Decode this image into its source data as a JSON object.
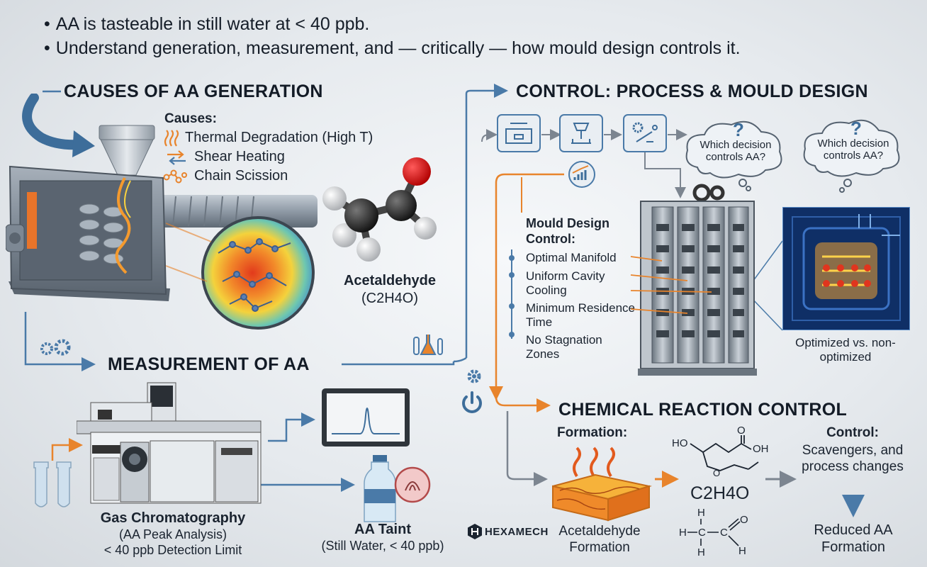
{
  "bullets": [
    "AA is tasteable in still water at < 40 ppb.",
    "Understand generation, measurement, and — critically — how mould design controls it."
  ],
  "sections": {
    "causes": {
      "title": "CAUSES OF AA GENERATION",
      "list_title": "Causes:",
      "items": [
        "Thermal Degradation (High T)",
        "Shear Heating",
        "Chain Scission"
      ]
    },
    "molecule": {
      "name": "Acetaldehyde",
      "formula": "(C2H4O)"
    },
    "measurement": {
      "title": "MEASUREMENT OF AA",
      "gc_title": "Gas Chromatography",
      "gc_sub1": "(AA Peak Analysis)",
      "gc_sub2": "< 40 ppb Detection Limit",
      "taint_title": "AA Taint",
      "taint_sub": "(Still Water, < 40 ppb)"
    },
    "control": {
      "title": "CONTROL: PROCESS & MOULD DESIGN",
      "question_1": "Which decision controls AA?",
      "question_2": "Which decision controls AA?",
      "mould_title": "Mould Design Control:",
      "mould_items": [
        "Optimal Manifold",
        "Uniform Cavity Cooling",
        "Minimum Residence Time",
        "No Stagnation Zones"
      ],
      "compare_caption": "Optimized vs. non-optimized"
    },
    "chemical": {
      "title": "CHEMICAL REACTION CONTROL",
      "formation_label": "Formation:",
      "block_label": "Acetaldehyde Formation",
      "formula": "C2H4O",
      "control_title": "Control:",
      "control_text": "Scavengers, and process changes",
      "result": "Reduced AA Formation"
    }
  },
  "brand": "HEXAMECH",
  "colors": {
    "accent_blue": "#4a7aa8",
    "accent_orange": "#e8842c",
    "heading": "#131b26"
  }
}
